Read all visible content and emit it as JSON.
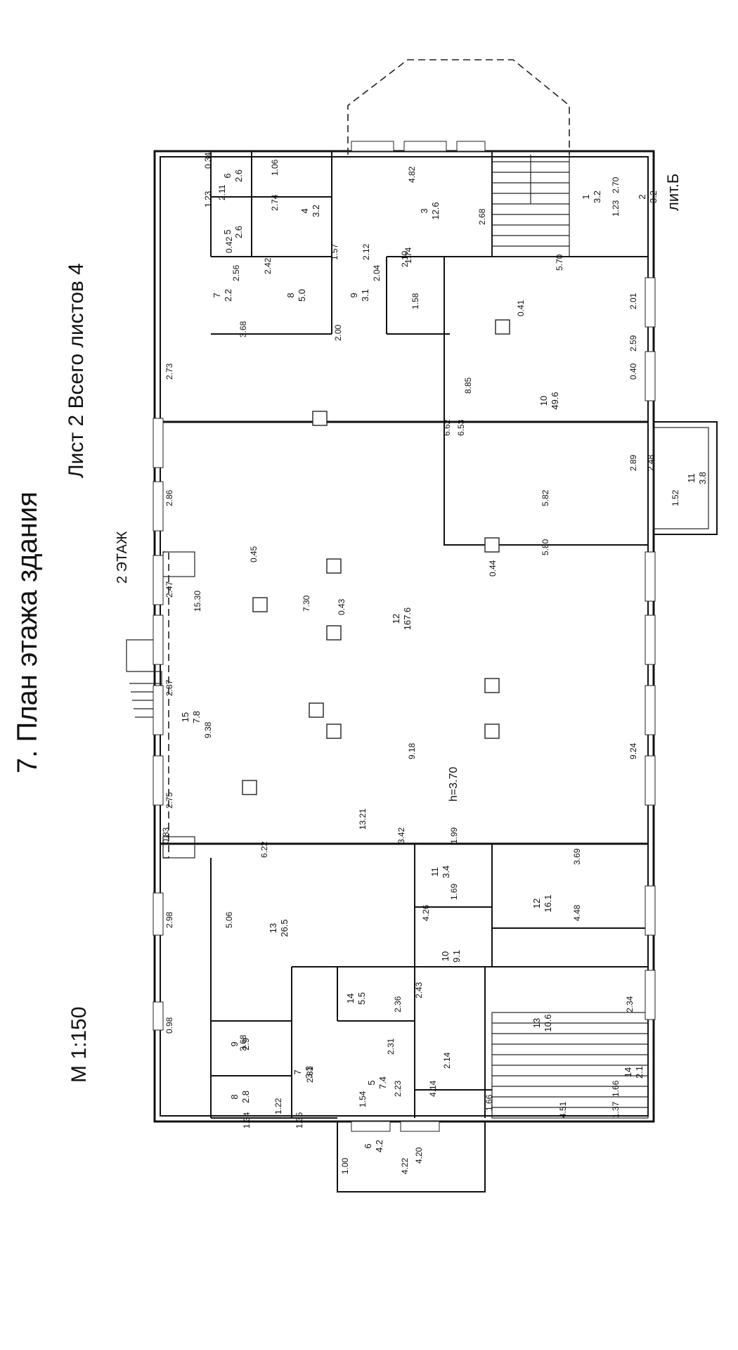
{
  "header": {
    "title": "7. План этажа здания",
    "sheet": "Лист 2 Всего листов 4",
    "floor": "2  ЭТАЖ",
    "scale": "М 1:150",
    "lit": "лит.Б"
  },
  "height_label": "h=3.70",
  "colors": {
    "ink": "#111111",
    "lit": "#b0406a",
    "height": "#2a3f8f"
  },
  "rooms": [
    {
      "num": "1",
      "area": "3.2"
    },
    {
      "num": "2",
      "area": "3.2"
    },
    {
      "num": "3",
      "area": "12.6"
    },
    {
      "num": "4",
      "area": "3.2"
    },
    {
      "num": "5",
      "area": "2.6"
    },
    {
      "num": "6",
      "area": "2.6"
    },
    {
      "num": "7",
      "area": "2.2"
    },
    {
      "num": "8",
      "area": "5.0"
    },
    {
      "num": "9",
      "area": "3.1"
    },
    {
      "num": "10",
      "area": "49.6"
    },
    {
      "num": "11",
      "area": "3.8"
    },
    {
      "num": "12",
      "area": "167.6"
    },
    {
      "num": "15",
      "area": "7.8"
    },
    {
      "num": "13",
      "area": "26.5"
    },
    {
      "num": "11",
      "area": "3.4"
    },
    {
      "num": "12",
      "area": "16.1"
    },
    {
      "num": "10",
      "area": "9.1"
    },
    {
      "num": "13",
      "area": "10.6"
    },
    {
      "num": "14",
      "area": "5.5"
    },
    {
      "num": "9",
      "area": "2.9"
    },
    {
      "num": "8",
      "area": "2.8"
    },
    {
      "num": "7",
      "area": "3.3"
    },
    {
      "num": "5",
      "area": "7.4"
    },
    {
      "num": "14",
      "area": "2.1"
    },
    {
      "num": "6",
      "area": "4.2"
    }
  ],
  "dimensions": [
    "2.68",
    "4.82",
    "2.70",
    "1.23",
    "2.74",
    "2.11",
    "1.23",
    "1.06",
    "0.34",
    "2.56",
    "2.42",
    "1.57",
    "2.04",
    "2.12",
    "2.10",
    "1.58",
    "1.74",
    "5.70",
    "2.01",
    "3.68",
    "2.00",
    "2.73",
    "2.86",
    "2.47",
    "2.87",
    "2.75",
    "15.30",
    "9.38",
    "0.83",
    "7.30",
    "8.85",
    "6.62",
    "6.53",
    "2.59",
    "2.89",
    "2.48",
    "1.52",
    "5.82",
    "5.80",
    "9.18",
    "9.24",
    "13.21",
    "6.22",
    "3.42",
    "5.06",
    "2.98",
    "0.98",
    "1.99",
    "1.69",
    "3.69",
    "4.48",
    "2.36",
    "4.26",
    "2.43",
    "2.31",
    "2.14",
    "2.34",
    "4.51",
    "3.68",
    "1.22",
    "1.34",
    "1.35",
    "2.81",
    "2.23",
    "4.14",
    "1.54",
    "1.66",
    "1.37",
    "1.66",
    "4.20",
    "4.22",
    "1.00",
    "0.42",
    "0.41",
    "0.43",
    "0.44",
    "0.40",
    "0.45"
  ]
}
